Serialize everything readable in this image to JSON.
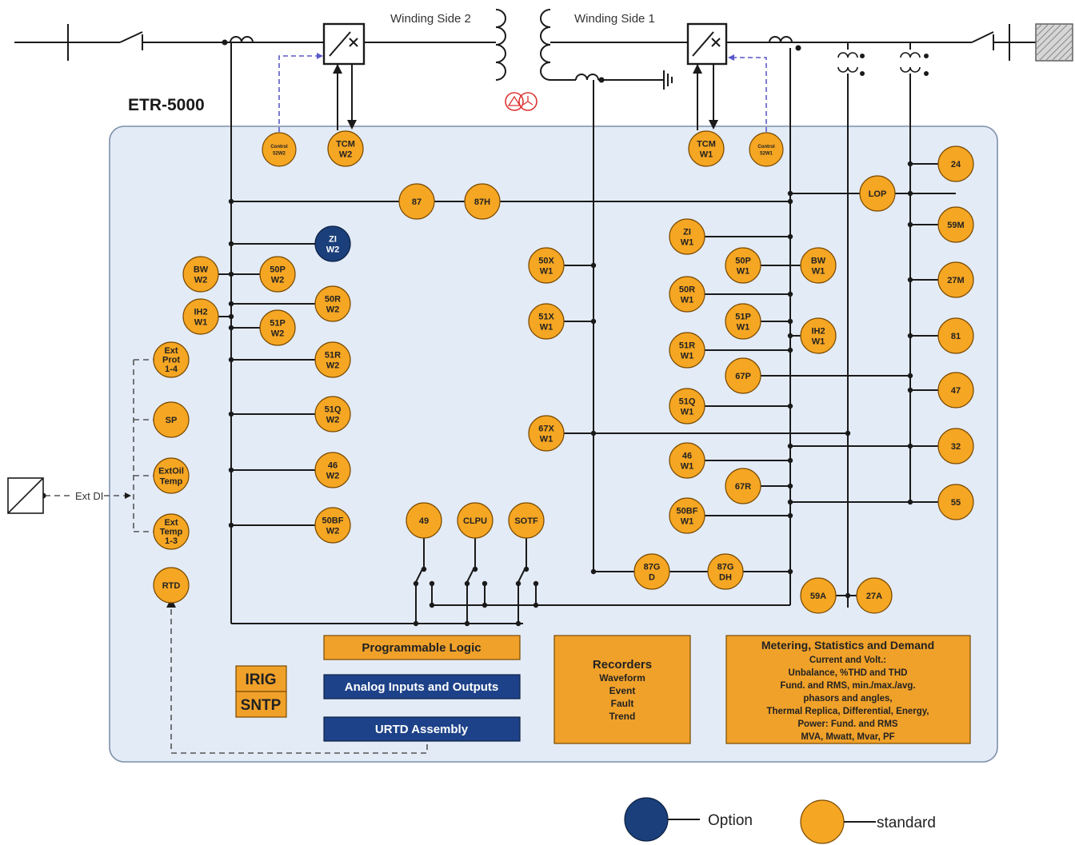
{
  "title": "ETR-5000",
  "winding_labels": {
    "side2": "Winding Side 2",
    "side1": "Winding Side 1"
  },
  "ext_di": "Ext DI",
  "relays": [
    {
      "id": "control-52w2",
      "lines": [
        "Control",
        "52W2"
      ],
      "type": "standard",
      "small": true
    },
    {
      "id": "tcm-w2",
      "lines": [
        "TCM",
        "W2"
      ],
      "type": "standard"
    },
    {
      "id": "tcm-w1",
      "lines": [
        "TCM",
        "W1"
      ],
      "type": "standard"
    },
    {
      "id": "control-52w1",
      "lines": [
        "Control",
        "52W1"
      ],
      "type": "standard",
      "small": true
    },
    {
      "id": "r87",
      "lines": [
        "87"
      ],
      "type": "standard"
    },
    {
      "id": "r87h",
      "lines": [
        "87H"
      ],
      "type": "standard"
    },
    {
      "id": "lop",
      "lines": [
        "LOP"
      ],
      "type": "standard"
    },
    {
      "id": "r24",
      "lines": [
        "24"
      ],
      "type": "standard"
    },
    {
      "id": "zi-w2",
      "lines": [
        "ZI",
        "W2"
      ],
      "type": "option"
    },
    {
      "id": "bw-w2",
      "lines": [
        "BW",
        "W2"
      ],
      "type": "standard"
    },
    {
      "id": "50p-w2",
      "lines": [
        "50P",
        "W2"
      ],
      "type": "standard"
    },
    {
      "id": "50r-w2",
      "lines": [
        "50R",
        "W2"
      ],
      "type": "standard"
    },
    {
      "id": "ih2-w1-left",
      "lines": [
        "IH2",
        "W1"
      ],
      "type": "standard"
    },
    {
      "id": "51p-w2",
      "lines": [
        "51P",
        "W2"
      ],
      "type": "standard"
    },
    {
      "id": "51r-w2",
      "lines": [
        "51R",
        "W2"
      ],
      "type": "standard"
    },
    {
      "id": "ext-prot",
      "lines": [
        "Ext",
        "Prot",
        "1-4"
      ],
      "type": "standard"
    },
    {
      "id": "sp",
      "lines": [
        "SP"
      ],
      "type": "standard"
    },
    {
      "id": "51q-w2",
      "lines": [
        "51Q",
        "W2"
      ],
      "type": "standard"
    },
    {
      "id": "extoil-temp",
      "lines": [
        "ExtOil",
        "Temp"
      ],
      "type": "standard"
    },
    {
      "id": "46-w2",
      "lines": [
        "46",
        "W2"
      ],
      "type": "standard"
    },
    {
      "id": "ext-temp",
      "lines": [
        "Ext",
        "Temp",
        "1-3"
      ],
      "type": "standard"
    },
    {
      "id": "50bf-w2",
      "lines": [
        "50BF",
        "W2"
      ],
      "type": "standard"
    },
    {
      "id": "rtd",
      "lines": [
        "RTD"
      ],
      "type": "standard"
    },
    {
      "id": "r49",
      "lines": [
        "49"
      ],
      "type": "standard"
    },
    {
      "id": "clpu",
      "lines": [
        "CLPU"
      ],
      "type": "standard"
    },
    {
      "id": "sotf",
      "lines": [
        "SOTF"
      ],
      "type": "standard"
    },
    {
      "id": "50x-w1",
      "lines": [
        "50X",
        "W1"
      ],
      "type": "standard"
    },
    {
      "id": "51x-w1",
      "lines": [
        "51X",
        "W1"
      ],
      "type": "standard"
    },
    {
      "id": "67x-w1",
      "lines": [
        "67X",
        "W1"
      ],
      "type": "standard"
    },
    {
      "id": "87g-d",
      "lines": [
        "87G",
        "D"
      ],
      "type": "standard"
    },
    {
      "id": "87g-dh",
      "lines": [
        "87G",
        "DH"
      ],
      "type": "standard"
    },
    {
      "id": "zi-w1",
      "lines": [
        "ZI",
        "W1"
      ],
      "type": "standard"
    },
    {
      "id": "50p-w1",
      "lines": [
        "50P",
        "W1"
      ],
      "type": "standard"
    },
    {
      "id": "bw-w1",
      "lines": [
        "BW",
        "W1"
      ],
      "type": "standard"
    },
    {
      "id": "50r-w1",
      "lines": [
        "50R",
        "W1"
      ],
      "type": "standard"
    },
    {
      "id": "51p-w1",
      "lines": [
        "51P",
        "W1"
      ],
      "type": "standard"
    },
    {
      "id": "ih2-w1-right",
      "lines": [
        "IH2",
        "W1"
      ],
      "type": "standard"
    },
    {
      "id": "51r-w1",
      "lines": [
        "51R",
        "W1"
      ],
      "type": "standard"
    },
    {
      "id": "67p",
      "lines": [
        "67P"
      ],
      "type": "standard"
    },
    {
      "id": "51q-w1",
      "lines": [
        "51Q",
        "W1"
      ],
      "type": "standard"
    },
    {
      "id": "46-w1",
      "lines": [
        "46",
        "W1"
      ],
      "type": "standard"
    },
    {
      "id": "67r",
      "lines": [
        "67R"
      ],
      "type": "standard"
    },
    {
      "id": "50bf-w1",
      "lines": [
        "50BF",
        "W1"
      ],
      "type": "standard"
    },
    {
      "id": "59a",
      "lines": [
        "59A"
      ],
      "type": "standard"
    },
    {
      "id": "27a",
      "lines": [
        "27A"
      ],
      "type": "standard"
    },
    {
      "id": "59m",
      "lines": [
        "59M"
      ],
      "type": "standard"
    },
    {
      "id": "27m",
      "lines": [
        "27M"
      ],
      "type": "standard"
    },
    {
      "id": "r81",
      "lines": [
        "81"
      ],
      "type": "standard"
    },
    {
      "id": "r47",
      "lines": [
        "47"
      ],
      "type": "standard"
    },
    {
      "id": "r32",
      "lines": [
        "32"
      ],
      "type": "standard"
    },
    {
      "id": "r55",
      "lines": [
        "55"
      ],
      "type": "standard"
    }
  ],
  "blocks": {
    "programmable_logic": "Programmable Logic",
    "analog_io": "Analog Inputs and Outputs",
    "urtd": "URTD Assembly",
    "irig": "IRIG",
    "sntp": "SNTP",
    "recorders": {
      "title": "Recorders",
      "items": [
        "Waveform",
        "Event",
        "Fault",
        "Trend"
      ]
    },
    "metering": {
      "title": "Metering, Statistics and Demand",
      "lines": [
        "Current and Volt.:",
        "Unbalance, %THD and THD",
        "Fund. and RMS, min./max./avg.",
        "phasors and angles,",
        "Thermal Replica, Differential, Energy,",
        "Power: Fund. and RMS",
        "MVA, Mwatt, Mvar, PF"
      ]
    }
  },
  "legend": {
    "option": "Option",
    "standard": "standard"
  },
  "colors": {
    "standard": "#f5a623",
    "option": "#1b3f7a",
    "panel": "#e3ebf7",
    "panel_border": "#7d8fa8",
    "blue_box": "#1d4289"
  }
}
